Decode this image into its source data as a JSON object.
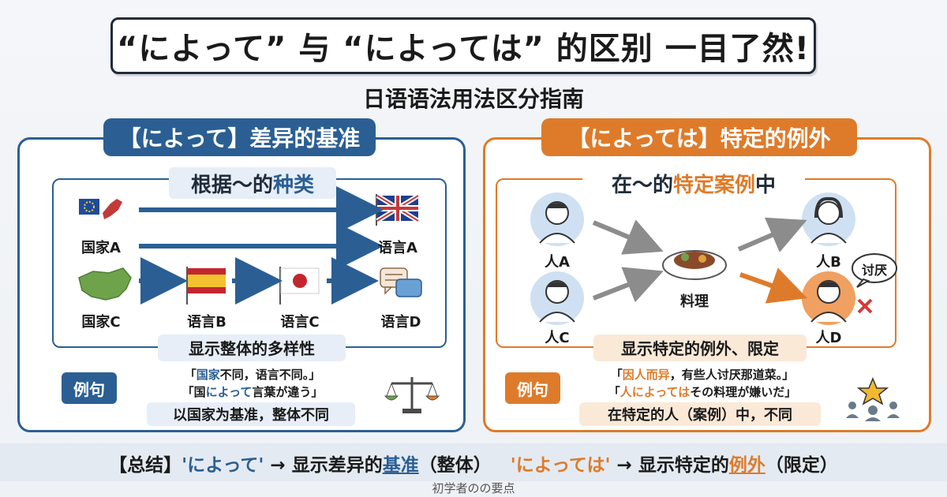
{
  "title": "“によって” 与 “によっては” 的区别 一目了然!",
  "subtitle": "日语语法用法区分指南",
  "left_panel": {
    "header": "【によって】差异的基准",
    "subtag_a": "根据～的",
    "subtag_b": "种类",
    "labels": {
      "country_a": "国家A",
      "lang_a": "语言A",
      "country_c": "国家C",
      "lang_b": "语言B",
      "lang_c": "语言C",
      "lang_d": "语言D"
    },
    "caption": "显示整体的多样性",
    "example_tag": "例句",
    "ex1_pre": "「",
    "ex1_hl": "国家",
    "ex1_post": "不同，语言不同。」",
    "ex2_pre": "「国",
    "ex2_hl": "によって",
    "ex2_post": "言葉が違う」",
    "ex_box": "以国家为基准，整体不同"
  },
  "right_panel": {
    "header": "【によっては】特定的例外",
    "subtag_a": "在～的",
    "subtag_b": "特定案例",
    "subtag_c": "中",
    "labels": {
      "person_a": "人A",
      "person_c": "人C",
      "dish": "料理",
      "person_b": "人B",
      "person_d": "人D",
      "dislike": "讨厌"
    },
    "caption": "显示特定的例外、限定",
    "example_tag": "例句",
    "ex1_pre": "「",
    "ex1_hl": "因人而异",
    "ex1_post": "，有些人讨厌那道菜。」",
    "ex2_pre": "「",
    "ex2_hl": "人によっては",
    "ex2_post": "その料理が嫌いだ」",
    "ex_box": "在特定的人（案例）中，不同"
  },
  "summary": {
    "prefix": "【总结】",
    "term1": "'によって'",
    "arrow1": " → 显示差异的",
    "key1": "基准",
    "suffix1": "（整体）",
    "term2": "'によっては'",
    "arrow2": " → 显示特定的",
    "key2": "例外",
    "suffix2": "（限定）"
  },
  "footer": "初学者のの要点",
  "colors": {
    "blue": "#2b5f93",
    "orange": "#de7b2a",
    "dark": "#1f2b3a"
  }
}
